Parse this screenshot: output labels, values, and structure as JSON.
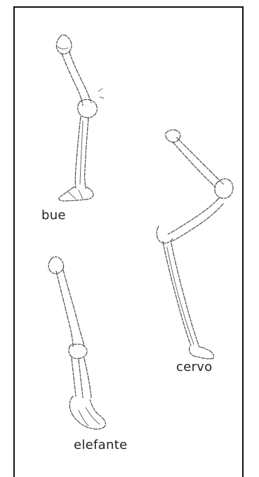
{
  "labels": {
    "bue": "bue",
    "cervo": "cervo",
    "elefante": "elefante"
  }
}
